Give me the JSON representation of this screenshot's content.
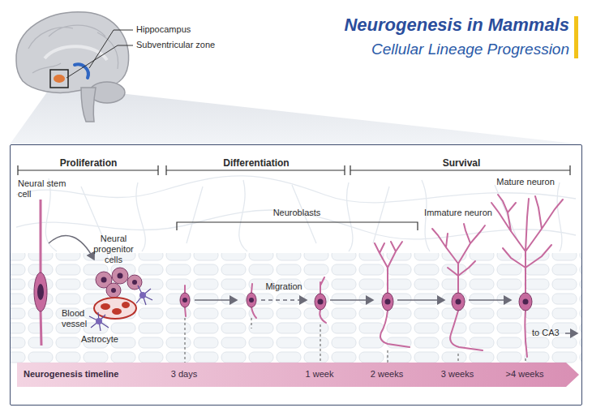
{
  "diagram": {
    "title": "Neurogenesis in Mammals",
    "nodes": [
      {
        "text": [
          "Proliferation",
          "Differentiation",
          "Survival"
        ]
      },
      {
        "text": [
          "Neurogenesis timeline",
          "3 days",
          "1 week",
          "2 weeks",
          "3 weeks",
          ">4 weeks"
        ],
        "in": 0
      }
    ],
    "labels": [
      "Cellular Lineage Progression",
      "Hippocampus",
      "Subventricular zone",
      "Neural stem cell",
      "Neural progenitor cells",
      "Blood vessel",
      "Astrocyte",
      "Neuroblasts",
      "Migration",
      "Immature neuron",
      "Mature neuron",
      "to CA3"
    ]
  }
}
